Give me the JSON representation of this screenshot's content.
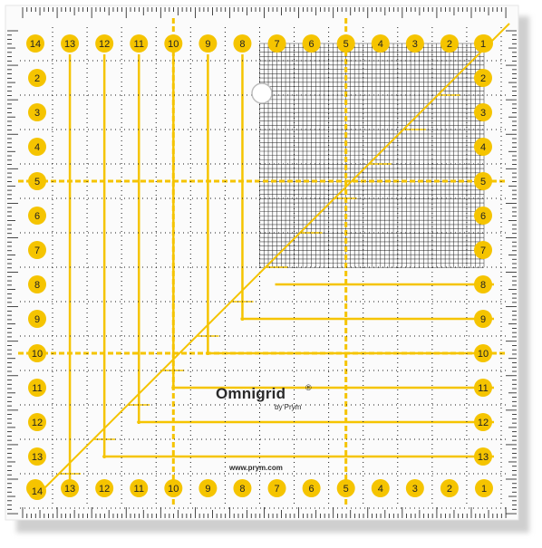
{
  "brand": {
    "name": "Omnigrid",
    "registered": "®",
    "subtitle": "by Prym",
    "website": "www.prym.com"
  },
  "scale": {
    "top_numbers": [
      "14",
      "13",
      "12",
      "11",
      "10",
      "9",
      "8",
      "7",
      "6",
      "5",
      "4",
      "3",
      "2",
      "1"
    ],
    "bottom_numbers": [
      "14",
      "13",
      "12",
      "11",
      "10",
      "9",
      "8",
      "7",
      "6",
      "5",
      "4",
      "3",
      "2",
      "1"
    ],
    "left_numbers": [
      "2",
      "3",
      "4",
      "5",
      "6",
      "7",
      "8",
      "9",
      "10",
      "11",
      "12",
      "13",
      "14"
    ],
    "right_numbers": [
      "1",
      "2",
      "3",
      "4",
      "5",
      "6",
      "7",
      "8",
      "9",
      "10",
      "11",
      "12",
      "13"
    ]
  },
  "colors": {
    "accent_yellow": "#f5c400",
    "line_dark": "#1a1a1a",
    "shadow": "#d8d8d8"
  }
}
